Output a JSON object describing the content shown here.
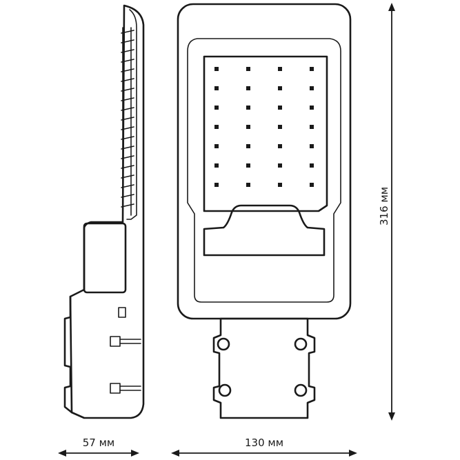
{
  "dimensions": {
    "side_width": "57 мм",
    "front_width": "130 мм",
    "height": "316 мм"
  },
  "led_grid": {
    "rows": 7,
    "cols": 4
  }
}
